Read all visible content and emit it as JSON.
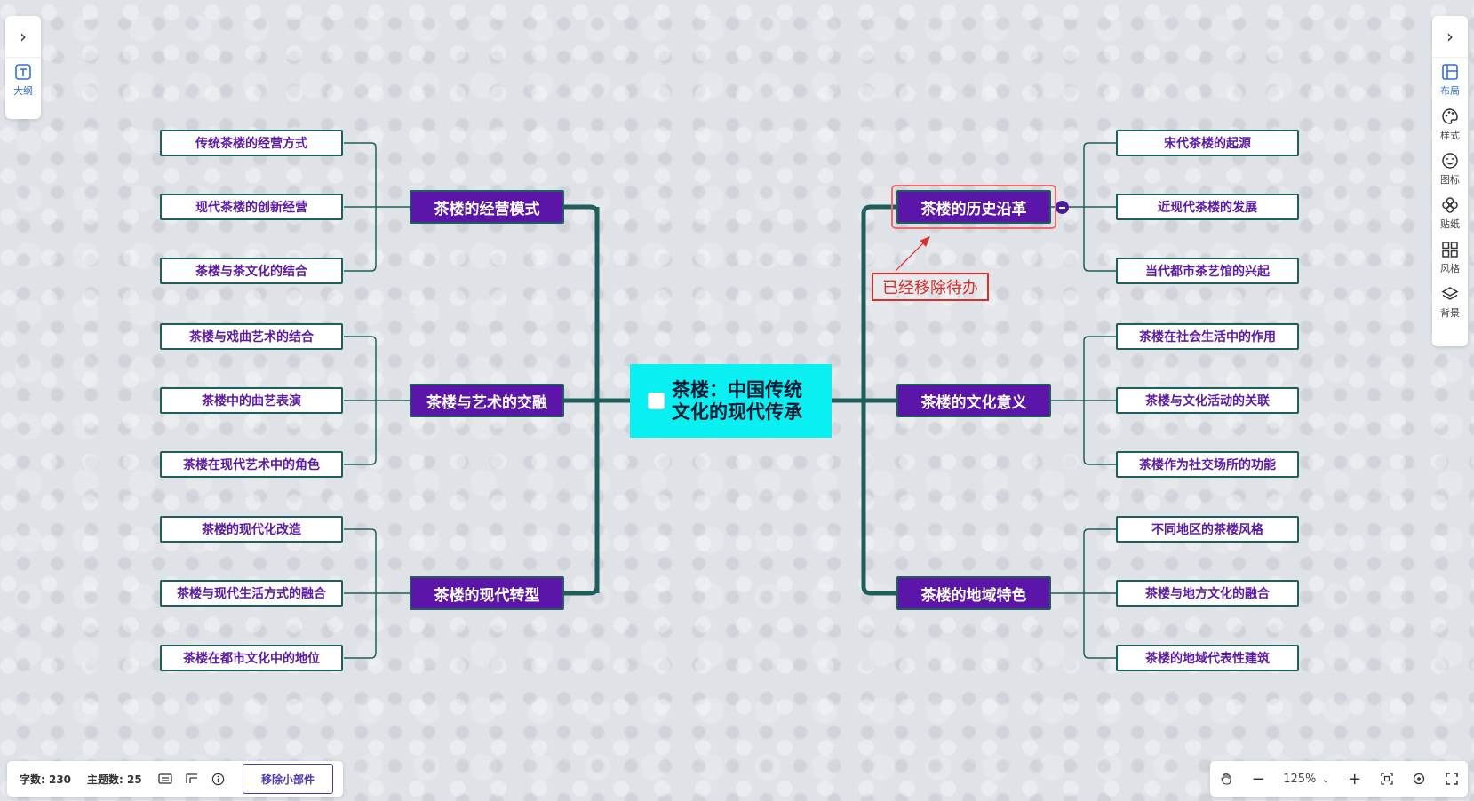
{
  "left_panel": {
    "toggle_icon": "chevron-right-icon",
    "outline_label": "大纲"
  },
  "right_panel": {
    "toggle_icon": "chevron-right-icon",
    "tools": [
      {
        "label": "布局",
        "icon": "layout-icon"
      },
      {
        "label": "样式",
        "icon": "palette-icon"
      },
      {
        "label": "图标",
        "icon": "smiley-icon"
      },
      {
        "label": "贴纸",
        "icon": "sticker-icon"
      },
      {
        "label": "风格",
        "icon": "theme-grid-icon"
      },
      {
        "label": "背景",
        "icon": "layers-icon"
      }
    ]
  },
  "mindmap": {
    "root": "茶楼：中国传统文化的现代传承",
    "branches": {
      "operation": "茶楼的经营模式",
      "art": "茶楼与艺术的交融",
      "modern": "茶楼的现代转型",
      "history": "茶楼的历史沿革",
      "culture": "茶楼的文化意义",
      "region": "茶楼的地域特色"
    },
    "leaves": {
      "operation": [
        "传统茶楼的经营方式",
        "现代茶楼的创新经营",
        "茶楼与茶文化的结合"
      ],
      "art": [
        "茶楼与戏曲艺术的结合",
        "茶楼中的曲艺表演",
        "茶楼在现代艺术中的角色"
      ],
      "modern": [
        "茶楼的现代化改造",
        "茶楼与现代生活方式的融合",
        "茶楼在都市文化中的地位"
      ],
      "history": [
        "宋代茶楼的起源",
        "近现代茶楼的发展",
        "当代都市茶艺馆的兴起"
      ],
      "culture": [
        "茶楼在社会生活中的作用",
        "茶楼与文化活动的关联",
        "茶楼作为社交场所的功能"
      ],
      "region": [
        "不同地区的茶楼风格",
        "茶楼与地方文化的融合",
        "茶楼的地域代表性建筑"
      ]
    }
  },
  "annotation": {
    "text": "已经移除待办",
    "color": "#d9302c"
  },
  "status_bar": {
    "word_count": "字数: 230",
    "topic_count": "主题数: 25",
    "remove_widget_label": "移除小部件"
  },
  "zoom_bar": {
    "zoom": "125%"
  },
  "colors": {
    "branch_fill": "#5b15a8",
    "connector": "#1f5f5b",
    "root_fill": "#0af0f2",
    "leaf_text": "#5b1aa3"
  }
}
